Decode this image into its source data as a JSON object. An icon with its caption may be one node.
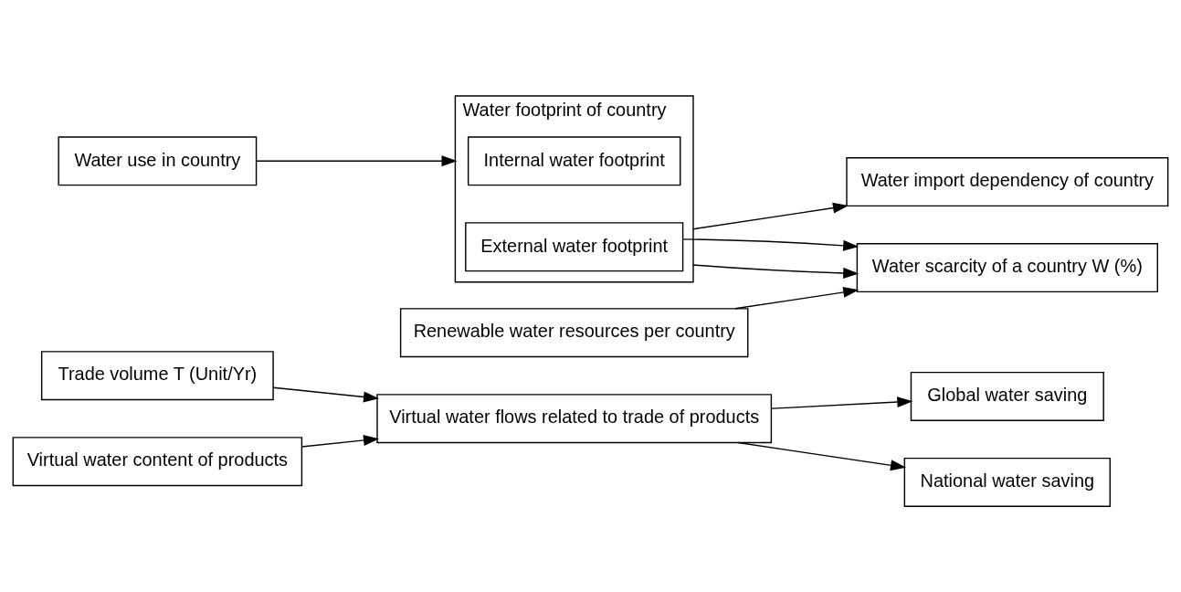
{
  "diagram": {
    "nodes": [
      {
        "text": [
          "Trade volume T (Unit/Yr)"
        ]
      },
      {
        "text": [
          "Virtual water content of products"
        ]
      },
      {
        "text": [
          "Virtual water flows related to trade of products"
        ]
      },
      {
        "text": [
          "Global water saving"
        ]
      },
      {
        "text": [
          "National water saving"
        ]
      },
      {
        "text": [
          "Water use in country"
        ]
      },
      {
        "text": [
          "Water footprint of country"
        ]
      },
      {
        "text": [
          "Internal water footprint"
        ],
        "in": 6
      },
      {
        "text": [
          "External water footprint"
        ],
        "in": 6
      },
      {
        "text": [
          "Water import dependency of country"
        ]
      },
      {
        "text": [
          "Renewable water resources per country"
        ]
      },
      {
        "text": [
          "Water scarcity of a country W (%)"
        ]
      }
    ],
    "edges": [
      {
        "from": 0,
        "to": 2,
        "arrow": "to"
      },
      {
        "from": 1,
        "to": 2,
        "arrow": "to"
      },
      {
        "from": 2,
        "to": 3,
        "arrow": "to"
      },
      {
        "from": 2,
        "to": 4,
        "arrow": "to"
      },
      {
        "from": 5,
        "to": 6,
        "arrow": "to"
      },
      {
        "from": 6,
        "to": 9,
        "arrow": "to"
      },
      {
        "from": 6,
        "to": 11,
        "arrow": "to"
      },
      {
        "from": 8,
        "to": 11,
        "arrow": "to"
      },
      {
        "from": 10,
        "to": 11,
        "arrow": "to"
      }
    ]
  }
}
